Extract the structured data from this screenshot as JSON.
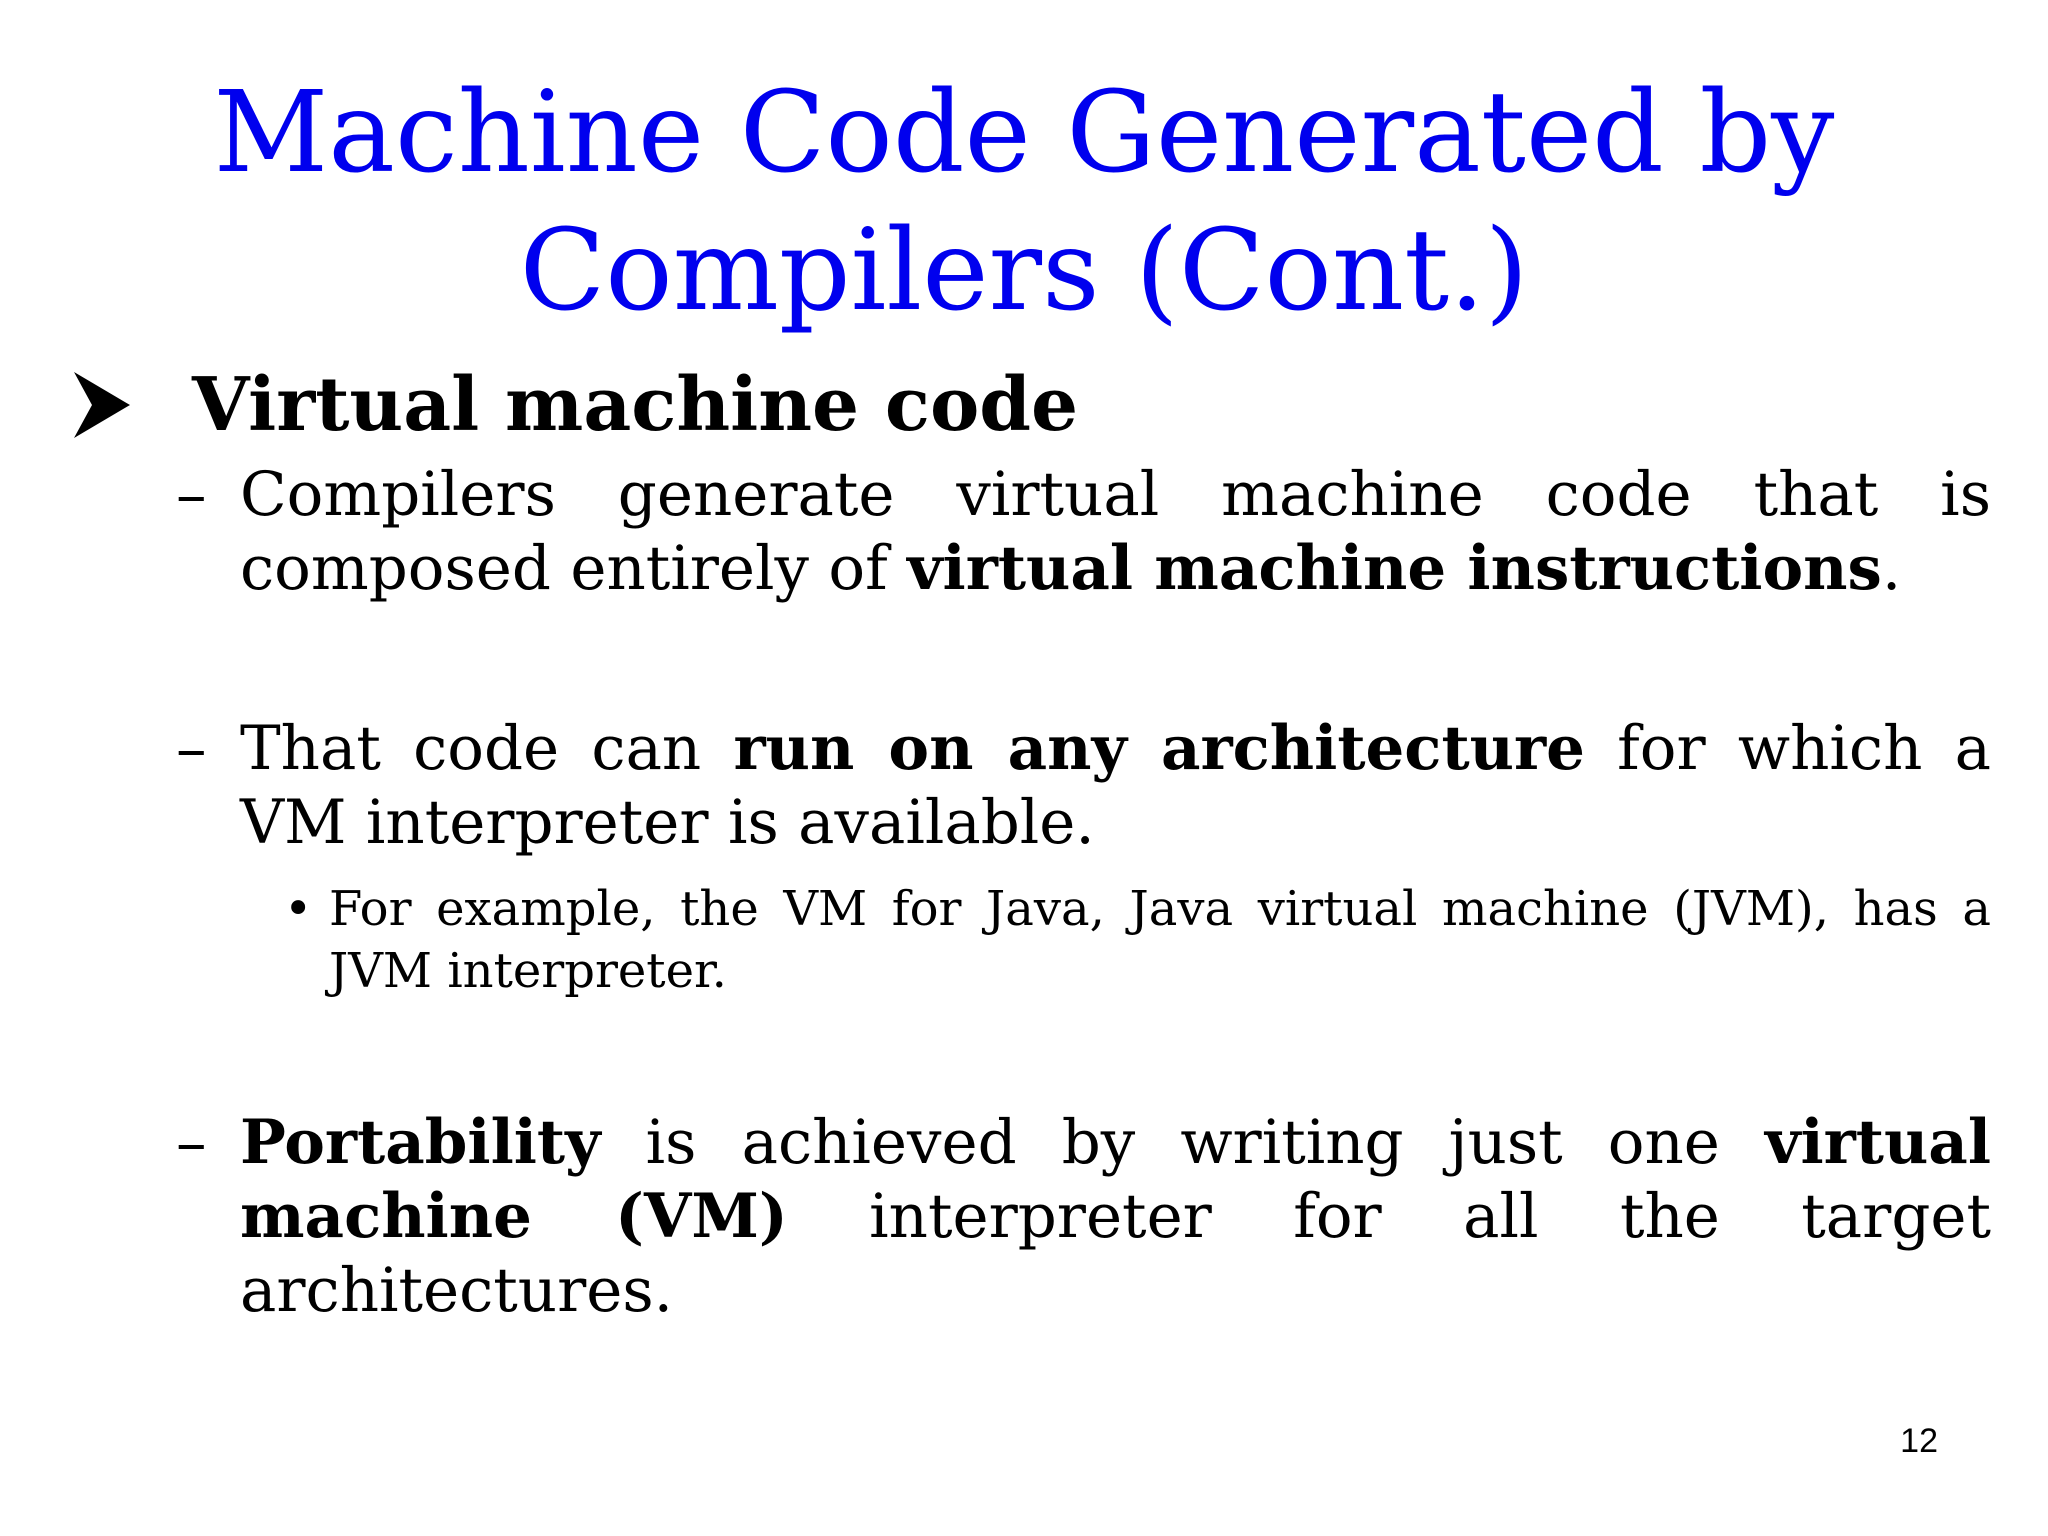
{
  "slide": {
    "title_line1": "Machine Code Generated by",
    "title_line2": "Compilers (Cont.)",
    "heading": "Virtual machine code",
    "dash": "–",
    "dot": "•",
    "item1": {
      "t1": "Compilers generate virtual machine code that is composed entirely of ",
      "b1": "virtual machine instructions",
      "t2": "."
    },
    "item2": {
      "t1": "That code can ",
      "b1": "run on any architecture",
      "t2": " for which a VM interpreter is available."
    },
    "subitem": "For example, the VM for Java, Java virtual machine (JVM), has a JVM interpreter.",
    "item3": {
      "b1": "Portability",
      "t1": " is achieved by writing just one ",
      "b2": "virtual machine (VM)",
      "t2": " interpreter for all the target architectures."
    },
    "page_number": "12",
    "colors": {
      "title": "#0000ee",
      "text": "#000000"
    },
    "icons": {
      "heading_bullet": "arrowhead-bullet-icon"
    }
  }
}
